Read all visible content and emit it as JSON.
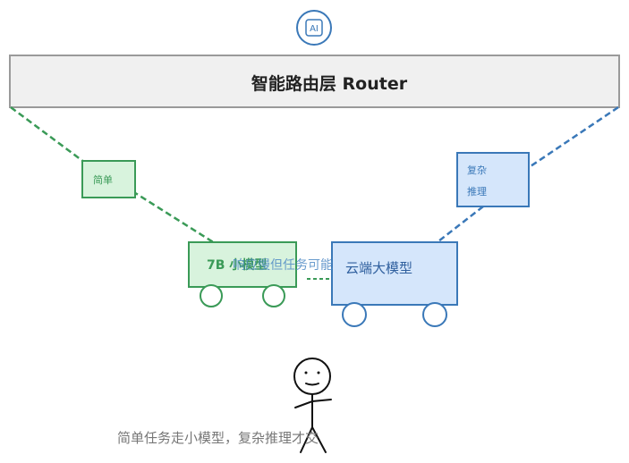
{
  "icon": {
    "name": "ai-icon",
    "text": "AI"
  },
  "router": {
    "title": "智能路由层 Router"
  },
  "edges": {
    "simple_label": "简单",
    "complex_line1": "复杂",
    "complex_line2": "推理"
  },
  "small_model": {
    "label": "7B 小模型"
  },
  "overlap_text": "响应慢但任务可能",
  "cloud_model": {
    "label": "云端大模型"
  },
  "caption": "简单任务走小模型，复杂推理才交",
  "colors": {
    "green": "#3a9a57",
    "green_fill": "#d8f3dd",
    "blue": "#3a78b8",
    "blue_fill": "#d5e6fb",
    "gray_fill": "#f0f0f0",
    "router_border": "#9a9a9a"
  }
}
